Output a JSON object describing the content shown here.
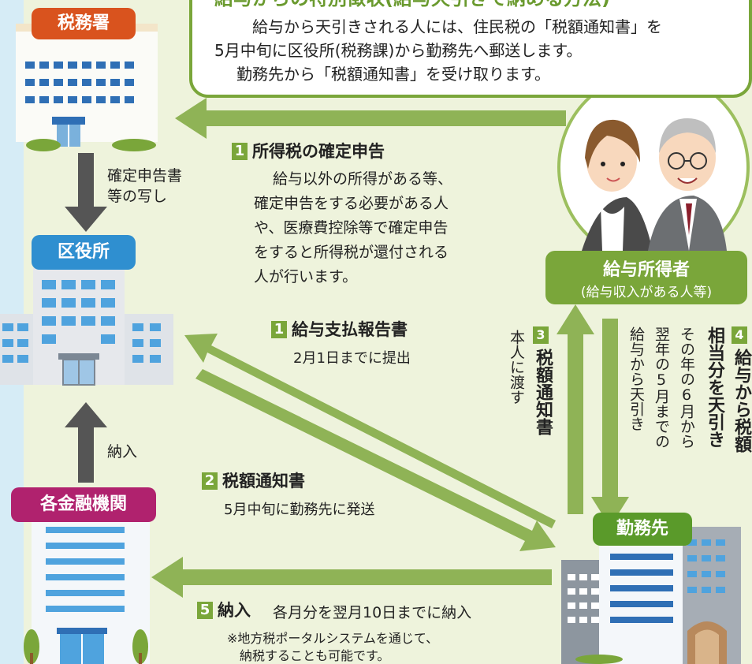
{
  "header_box": {
    "title": "給与からの特別徴収(給与天引きで納める方法)",
    "line1": "給与から天引きされる人には、住民税の「税額通知書」を",
    "line2": "5月中旬に区役所(税務課)から勤務先へ郵送します。",
    "line3": "勤務先から「税額通知書」を受け取ります。"
  },
  "buildings": {
    "tax_office": "税務署",
    "ward_office": "区役所",
    "banks": "各金融機関",
    "employer": "勤務先"
  },
  "taxpayer": {
    "name": "給与所得者",
    "sub": "(給与収入がある人等)"
  },
  "labels": {
    "tax_return_copy_line1": "確定申告書",
    "tax_return_copy_line2": "等の写し",
    "payment_in": "納入"
  },
  "steps": {
    "s1a": {
      "num": "1",
      "title": "所得税の確定申告",
      "body1": "給与以外の所得がある等、",
      "body2": "確定申告をする必要がある人",
      "body3": "や、医療費控除等で確定申告",
      "body4": "をすると所得税が還付される",
      "body5": "人が行います。"
    },
    "s1b": {
      "num": "1",
      "title": "給与支払報告書",
      "body": "2月1日までに提出"
    },
    "s2": {
      "num": "2",
      "title": "税額通知書",
      "body": "5月中旬に勤務先に発送"
    },
    "s3": {
      "num": "3",
      "title": "税額通知書",
      "body": "本人に渡す"
    },
    "s4": {
      "num": "4",
      "title1": "給与から税額",
      "title2": "相当分を天引き",
      "body1": "その年の6月から",
      "body2": "翌年の5月までの",
      "body3": "給与から天引き"
    },
    "s5": {
      "num": "5",
      "title": "納入",
      "body": "各月分を翌月10日までに納入",
      "note1": "※地方税ポータルシステムを通じて、",
      "note2": "納税することも可能です。"
    }
  },
  "colors": {
    "background": "#eef3dc",
    "arrow_green": "#8fb356",
    "arrow_gray": "#555555",
    "number_badge": "#7aa63a",
    "tax_office_badge": "#d9531e",
    "ward_office_badge": "#2f8fd0",
    "bank_badge": "#b0226e",
    "employer_badge": "#5a9a2a",
    "taxpayer_box": "#7aa63a"
  }
}
